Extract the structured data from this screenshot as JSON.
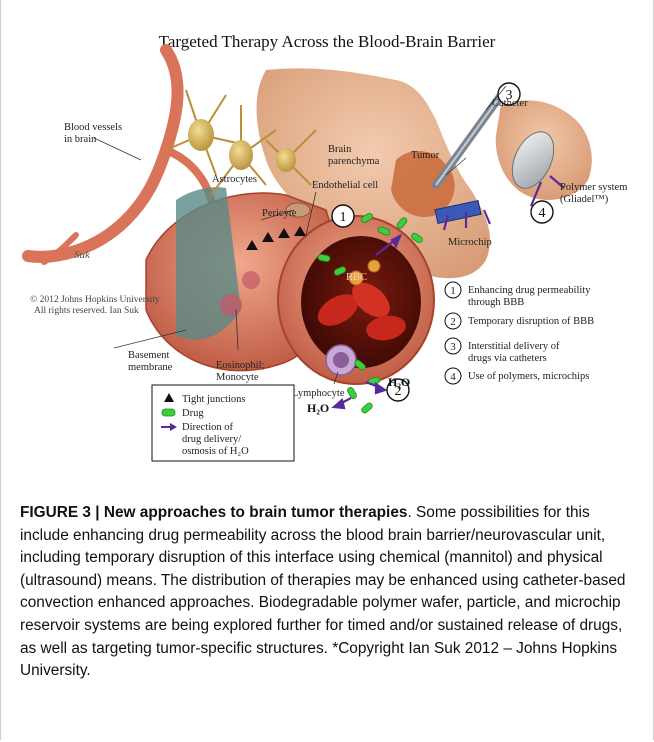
{
  "illustration": {
    "title": "Targeted Therapy Across the Blood-Brain Barrier",
    "copyright_line1": "© 2012 Johns Hopkins University",
    "copyright_line2": "All rights reserved. Ian Suk",
    "signature": "Suk",
    "labels": {
      "blood_vessels_1": "Blood vessels",
      "blood_vessels_2": "in brain",
      "astrocytes": "Astrocytes",
      "brain_parenchyma_1": "Brain",
      "brain_parenchyma_2": "parenchyma",
      "catheter": "Catheter",
      "tumor": "Tumor",
      "pericyte": "Pericyte",
      "endothelial_cell": "Endothelial cell",
      "polymer_system_1": "Polymer system",
      "polymer_system_2": "(Gliadel™)",
      "microchip": "Microchip",
      "rbc": "RBC",
      "basement_membrane_1": "Basement",
      "basement_membrane_2": "membrane",
      "eosinophil_1": "Eosinophil;",
      "eosinophil_2": "Monocyte",
      "lymphocyte": "Lymphocyte",
      "h2o_right": "H₂O",
      "h2o_left": "H₂O"
    },
    "markers": [
      "1",
      "2",
      "3",
      "4"
    ],
    "approaches": [
      {
        "number": "1",
        "line1": "Enhancing drug permeability",
        "line2": "through BBB"
      },
      {
        "number": "2",
        "line1": "Temporary disruption of BBB",
        "line2": ""
      },
      {
        "number": "3",
        "line1": "Interstitial delivery of",
        "line2": "drugs via catheters"
      },
      {
        "number": "4",
        "line1": "Use of polymers, microchips",
        "line2": ""
      }
    ],
    "legend": {
      "tight_junctions": "Tight junctions",
      "drug": "Drug",
      "direction_1": "Direction of",
      "direction_2": "drug delivery/",
      "direction_3": "osmosis of H₂O"
    },
    "colors": {
      "vessel": "#d9735a",
      "vessel_dark": "#a8412e",
      "lumen": "#5c1208",
      "rbc": "#c7281c",
      "astrocyte": "#d8b45c",
      "parenchyma": "#e2a27c",
      "drug": "#3ccf3c",
      "arrow": "#5b2a9a",
      "tumor": "#c96a3a"
    }
  },
  "caption": {
    "heading": "FIGURE 3 | New approaches to brain tumor therapies",
    "body": ". Some possibilities for this include enhancing drug permeability across the blood brain barrier/neurovascular unit, including temporary disruption of this interface using chemical (mannitol) and physical (ultrasound) means. The distribution of therapies may be enhanced using catheter-based convection enhanced approaches. Biodegradable polymer wafer, particle, and microchip reservoir systems are being explored further for timed and/or sustained release of drugs, as well as targeting tumor-specific structures. *Copyright Ian Suk 2012 – Johns Hopkins University."
  }
}
